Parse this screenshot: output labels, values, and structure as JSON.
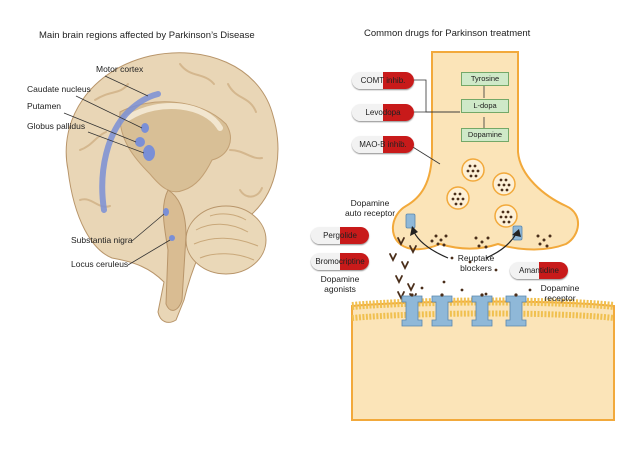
{
  "titles": {
    "left": "Main brain regions affected by Parkinson’s Disease",
    "right": "Common drugs for Parkinson treatment"
  },
  "brain_labels": {
    "motor_cortex": "Motor cortex",
    "caudate_nucleus": "Caudate nucleus",
    "putamen": "Putamen",
    "globus_pallidus": "Globus pallidus",
    "substantia_nigra": "Substantia nigra",
    "locus_ceruleus": "Locus ceruleus"
  },
  "drugs": {
    "comt": "COMT inhib.",
    "levodopa": "Levodopa",
    "maob": "MAO-B inhib.",
    "pergolide": "Pergolide",
    "bromocriptine": "Bromocriptine",
    "amantidine": "Amantidine"
  },
  "pathway": {
    "tyrosine": "Tyrosine",
    "ldopa": "L-dopa",
    "dopamine": "Dopamine"
  },
  "synapse_labels": {
    "auto_receptor_1": "Dopamine",
    "auto_receptor_2": "auto receptor",
    "reuptake_1": "Reuptake",
    "reuptake_2": "blockers",
    "agonists_1": "Dopamine",
    "agonists_2": "agonists",
    "receptor_1": "Dopamine",
    "receptor_2": "receptor"
  },
  "colors": {
    "brain": "#e9d6b6",
    "brain_shade": "#c9a87a",
    "neuron": "#fbe4b8",
    "neuron_outline": "#f2a93b",
    "highlight": "#7a8fd6",
    "receptor": "#8fb8d8",
    "pill_red": "#c81a1a",
    "pathway_green": "#cfe9c8"
  }
}
